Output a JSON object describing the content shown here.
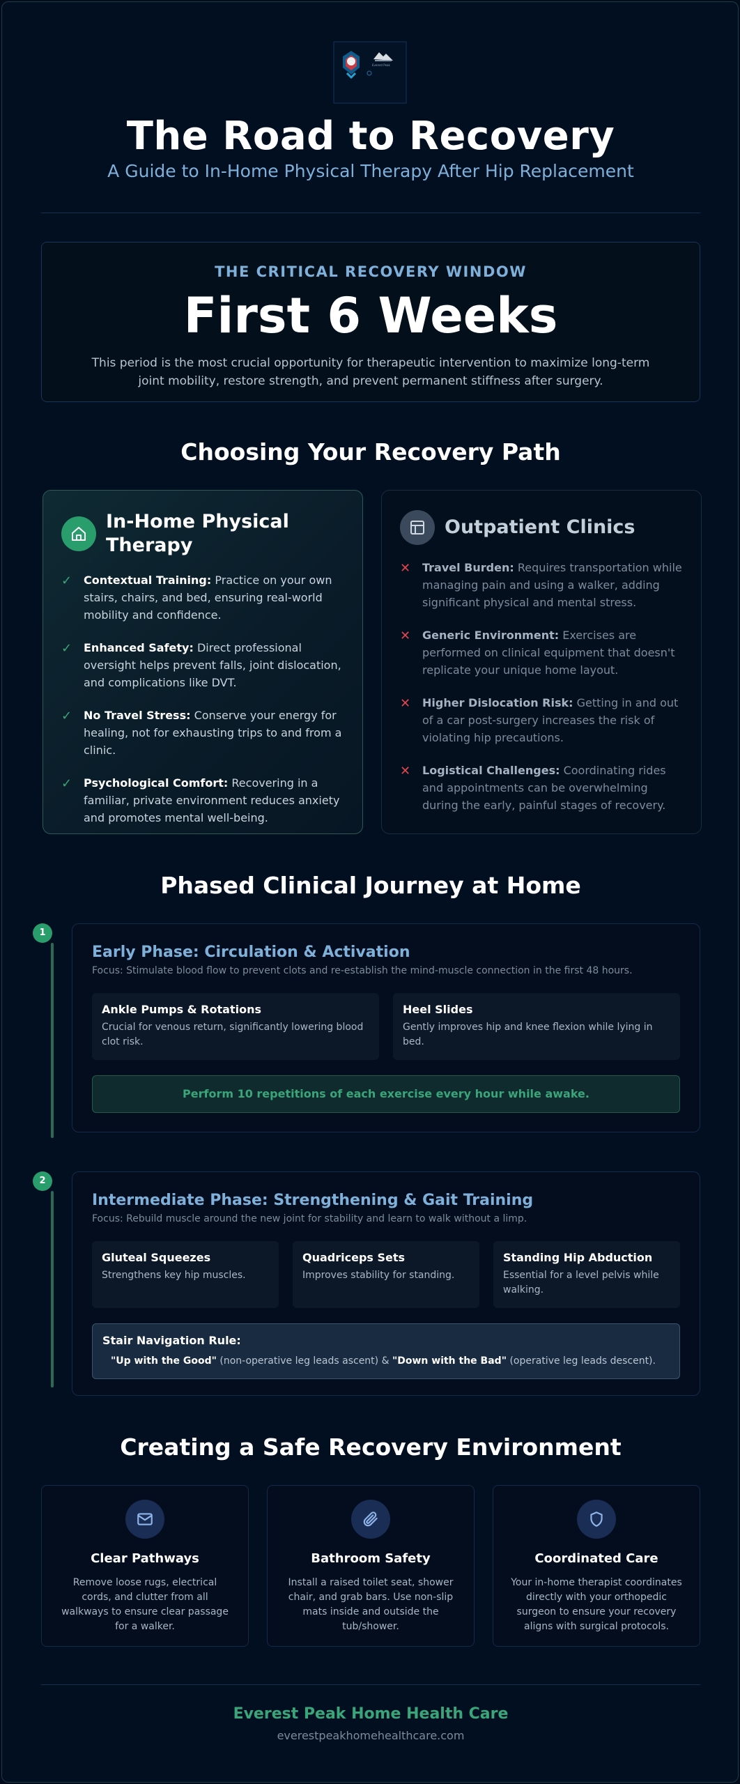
{
  "header": {
    "title": "The Road to Recovery",
    "subtitle": "A Guide to In-Home Physical Therapy After Hip Replacement"
  },
  "critical_window": {
    "kicker": "THE CRITICAL RECOVERY WINDOW",
    "headline": "First 6 Weeks",
    "description": "This period is the most crucial opportunity for therapeutic intervention to maximize long-term joint mobility, restore strength, and prevent permanent stiffness after surgery."
  },
  "paths": {
    "heading": "Choosing Your Recovery Path",
    "in_home": {
      "title": "In-Home Physical Therapy",
      "icon": "home-icon",
      "items": [
        {
          "label": "Contextual Training:",
          "text": " Practice on your own stairs, chairs, and bed, ensuring real-world mobility and confidence."
        },
        {
          "label": "Enhanced Safety:",
          "text": " Direct professional oversight helps prevent falls, joint dislocation, and complications like DVT."
        },
        {
          "label": "No Travel Stress:",
          "text": " Conserve your energy for healing, not for exhausting trips to and from a clinic."
        },
        {
          "label": "Psychological Comfort:",
          "text": " Recovering in a familiar, private environment reduces anxiety and promotes mental well-being."
        }
      ]
    },
    "outpatient": {
      "title": "Outpatient Clinics",
      "icon": "clinic-icon",
      "items": [
        {
          "label": "Travel Burden:",
          "text": " Requires transportation while managing pain and using a walker, adding significant physical and mental stress."
        },
        {
          "label": "Generic Environment:",
          "text": " Exercises are performed on clinical equipment that doesn't replicate your unique home layout."
        },
        {
          "label": "Higher Dislocation Risk:",
          "text": " Getting in and out of a car post-surgery increases the risk of violating hip precautions."
        },
        {
          "label": "Logistical Challenges:",
          "text": " Coordinating rides and appointments can be overwhelming during the early, painful stages of recovery."
        }
      ]
    }
  },
  "journey": {
    "heading": "Phased Clinical Journey at Home",
    "phases": [
      {
        "number": "1",
        "title": "Early Phase: Circulation & Activation",
        "focus": "Focus: Stimulate blood flow to prevent clots and re-establish the mind-muscle connection in the first 48 hours.",
        "exercises": [
          {
            "name": "Ankle Pumps & Rotations",
            "desc": "Crucial for venous return, significantly lowering blood clot risk."
          },
          {
            "name": "Heel Slides",
            "desc": "Gently improves hip and knee flexion while lying in bed."
          }
        ],
        "note": "Perform 10 repetitions of each exercise every hour while awake."
      },
      {
        "number": "2",
        "title": "Intermediate Phase: Strengthening & Gait Training",
        "focus": "Focus: Rebuild muscle around the new joint for stability and learn to walk without a limp.",
        "exercises": [
          {
            "name": "Gluteal Squeezes",
            "desc": "Strengthens key hip muscles."
          },
          {
            "name": "Quadriceps Sets",
            "desc": "Improves stability for standing."
          },
          {
            "name": "Standing Hip Abduction",
            "desc": "Essential for a level pelvis while walking."
          }
        ],
        "rule": {
          "title": "Stair Navigation Rule:",
          "up": "\"Up with the Good\"",
          "up_note": " (non-operative leg leads ascent) & ",
          "down": "\"Down with the Bad\"",
          "down_note": " (operative leg leads descent)."
        }
      }
    ]
  },
  "environment": {
    "heading": "Creating a Safe Recovery Environment",
    "cards": [
      {
        "icon": "mail-icon",
        "title": "Clear Pathways",
        "desc": "Remove loose rugs, electrical cords, and clutter from all walkways to ensure clear passage for a walker."
      },
      {
        "icon": "paperclip-icon",
        "title": "Bathroom Safety",
        "desc": "Install a raised toilet seat, shower chair, and grab bars. Use non-slip mats inside and outside the tub/shower."
      },
      {
        "icon": "shield-icon",
        "title": "Coordinated Care",
        "desc": "Your in-home therapist coordinates directly with your orthopedic surgeon to ensure your recovery aligns with surgical protocols."
      }
    ]
  },
  "footer": {
    "name": "Everest Peak Home Health Care",
    "url": "everestpeakhomehealthcare.com"
  },
  "colors": {
    "background": "#020f21",
    "accent_blue": "#7fb0d9",
    "accent_green": "#3ba57a",
    "warning_red": "#e0454e"
  }
}
